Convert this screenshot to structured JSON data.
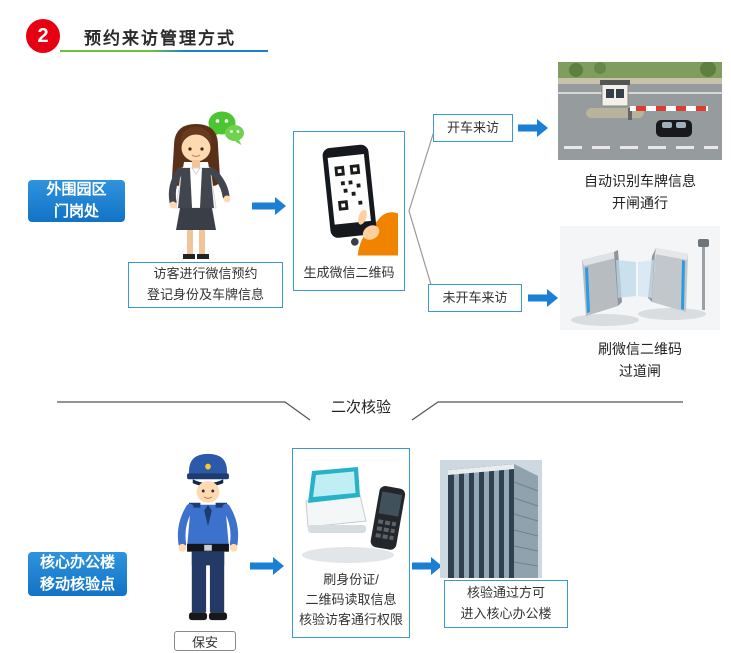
{
  "header": {
    "step_number": "2",
    "title": "预约来访管理方式"
  },
  "perimeter": {
    "location": "外围园区\n门岗处",
    "visitor_note": "访客进行微信预约\n登记身份及车牌信息",
    "qr_caption": "生成微信二维码",
    "branch_drive": {
      "label": "开车来访",
      "result": "自动识别车牌信息\n开闸通行"
    },
    "branch_walk": {
      "label": "未开车来访",
      "result": "刷微信二维码\n过道闸"
    }
  },
  "divider": {
    "label": "二次核验"
  },
  "core": {
    "location": "核心办公楼\n移动核验点",
    "guard_label": "保安",
    "verify_note": "刷身份证/\n二维码读取信息\n核验访客通行权限",
    "result": "核验通过方可\n进入核心办公楼"
  },
  "icons": {
    "wechat": "wechat-icon",
    "receptionist": "receptionist-illustration",
    "phone_qr": "phone-qr-illustration",
    "vehicle_gate": "vehicle-gate-photo",
    "speed_gate": "speed-gate-photo",
    "security_guard": "security-guard-illustration",
    "id_reader": "id-reader-terminal-illustration",
    "office_building": "office-building-photo",
    "flow_arrow": "arrow-right-icon"
  },
  "colors": {
    "accent_blue": "#1b7fd4",
    "step_red": "#e60012",
    "underline_green": "#6fbf3e",
    "wechat_green": "#4dc431",
    "sleeve_orange": "#f08300",
    "text_dark": "#333333"
  }
}
